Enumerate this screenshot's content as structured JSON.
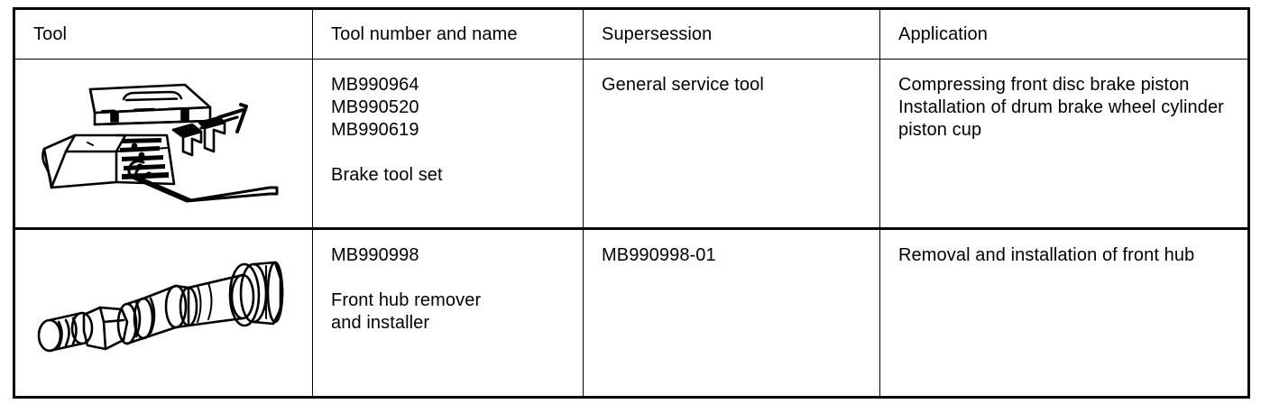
{
  "table": {
    "headers": [
      {
        "key": "tool",
        "label": "Tool"
      },
      {
        "key": "number",
        "label": "Tool number and name"
      },
      {
        "key": "super",
        "label": "Supersession"
      },
      {
        "key": "app",
        "label": "Application"
      }
    ],
    "rows": [
      {
        "tool_image": "brake-tool-set-illustration",
        "tool_numbers": "MB990964\nMB990520\nMB990619",
        "tool_name": "Brake tool set",
        "supersession": "General service tool",
        "application": "Compressing front disc brake piston\nInstallation of drum brake wheel cylinder piston cup"
      },
      {
        "tool_image": "front-hub-remover-installer-illustration",
        "tool_numbers": "MB990998",
        "tool_name": "Front hub remover\nand installer",
        "supersession": "MB990998-01",
        "application": "Removal and installation of front hub"
      }
    ]
  },
  "colors": {
    "ink": "#000000",
    "paper": "#ffffff"
  }
}
